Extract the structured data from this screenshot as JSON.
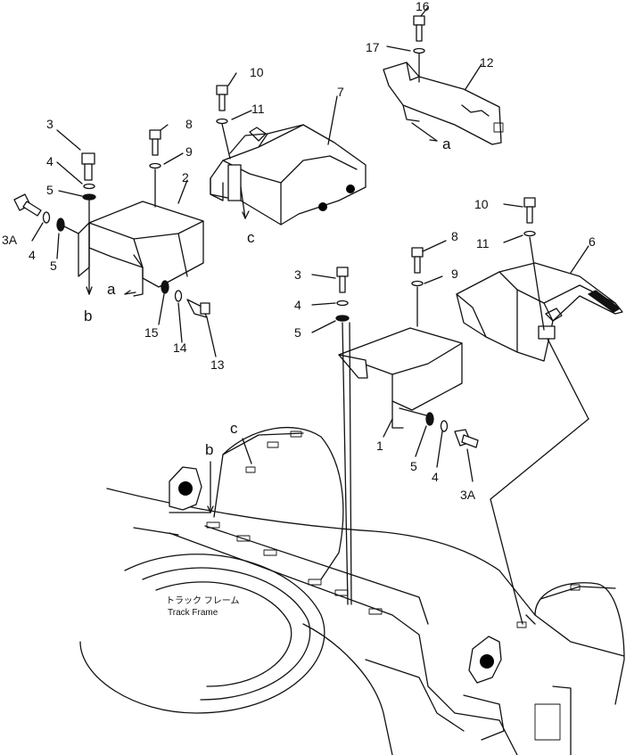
{
  "callouts": {
    "c1": "1",
    "c2": "2",
    "c3_left": "3",
    "c3_mid": "3",
    "c3A_left": "3A",
    "c3A_right": "3A",
    "c4_top": "4",
    "c4_left": "4",
    "c4_mid": "4",
    "c4_right": "4",
    "c5_top": "5",
    "c5_left": "5",
    "c5_mid": "5",
    "c5_right": "5",
    "c6": "6",
    "c7": "7",
    "c8_left": "8",
    "c8_right": "8",
    "c9_left": "9",
    "c9_right": "9",
    "c10_top": "10",
    "c10_right": "10",
    "c11_top": "11",
    "c11_right": "11",
    "c12": "12",
    "c13": "13",
    "c14": "14",
    "c15": "15",
    "c16": "16",
    "c17": "17"
  },
  "refs": {
    "a_upper": "a",
    "a_left": "a",
    "b_left": "b",
    "b_frame": "b",
    "c_upper": "c",
    "c_frame": "c"
  },
  "frame_label": {
    "japanese": "トラック フレーム",
    "english": "Track Frame"
  }
}
